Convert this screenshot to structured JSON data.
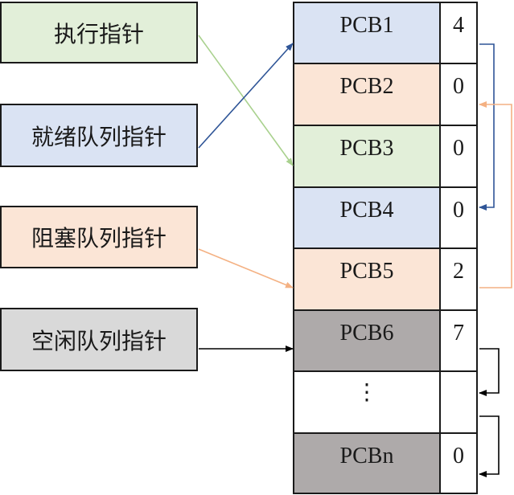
{
  "pointers": [
    {
      "key": "exec",
      "label": "执行指针",
      "color": "#e2efd9"
    },
    {
      "key": "ready",
      "label": "就绪队列指针",
      "color": "#dae3f3"
    },
    {
      "key": "blocked",
      "label": "阻塞队列指针",
      "color": "#fbe5d6"
    },
    {
      "key": "free",
      "label": "空闲队列指针",
      "color": "#d9d9d9"
    }
  ],
  "pcb_table": [
    {
      "name": "PCB1",
      "link": "4",
      "color": "#dae3f3"
    },
    {
      "name": "PCB2",
      "link": "0",
      "color": "#fbe5d6"
    },
    {
      "name": "PCB3",
      "link": "0",
      "color": "#e2efd9"
    },
    {
      "name": "PCB4",
      "link": "0",
      "color": "#dae3f3"
    },
    {
      "name": "PCB5",
      "link": "2",
      "color": "#fbe5d6"
    },
    {
      "name": "PCB6",
      "link": "7",
      "color": "#aeaaaa"
    },
    {
      "name": "⋮",
      "link": "",
      "color": "#ffffff"
    },
    {
      "name": "PCBn",
      "link": "0",
      "color": "#aeaaaa"
    }
  ],
  "arrow_colors": {
    "exec": "#a9d18e",
    "ready": "#2f5597",
    "blocked": "#f4b183",
    "free": "#000000"
  }
}
